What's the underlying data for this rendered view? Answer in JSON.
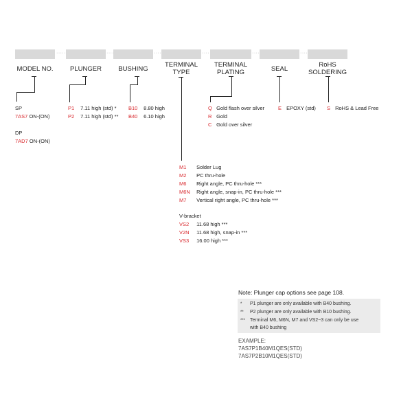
{
  "headers": {
    "model": "MODEL NO.",
    "plunger": "PLUNGER",
    "bushing": "BUSHING",
    "terminal_type": [
      "TERMINAL",
      "TYPE"
    ],
    "terminal_plating": [
      "TERMINAL",
      "PLATING"
    ],
    "seal": "SEAL",
    "rohs": [
      "RoHS",
      "SOLDERING"
    ]
  },
  "separator": "·······",
  "model": [
    {
      "group": "SP",
      "code": "7AS7",
      "text": "ON-(ON)"
    },
    {
      "group": "DP",
      "code": "7AD7",
      "text": "ON-(ON)"
    }
  ],
  "plunger": [
    {
      "code": "P1",
      "text": "7.11 high (std) *"
    },
    {
      "code": "P2",
      "text": "7.11 high (std) **"
    }
  ],
  "bushing": [
    {
      "code": "B10",
      "text": "8.80 high"
    },
    {
      "code": "B40",
      "text": "6.10 high"
    }
  ],
  "plating": [
    {
      "code": "Q",
      "text": "Gold flash over silver"
    },
    {
      "code": "R",
      "text": "Gold"
    },
    {
      "code": "C",
      "text": "Gold over silver"
    }
  ],
  "seal": [
    {
      "code": "E",
      "text": "EPOXY (std)"
    }
  ],
  "rohs": [
    {
      "code": "S",
      "text": "RoHS & Lead Free"
    }
  ],
  "terminal": [
    {
      "code": "M1",
      "text": "Solder Lug"
    },
    {
      "code": "M2",
      "text": "PC thru-hole"
    },
    {
      "code": "M6",
      "text": "Right angle, PC thru-hole ***"
    },
    {
      "code": "M6N",
      "text": "Right angle, snap-in, PC thru-hole ***"
    },
    {
      "code": "M7",
      "text": "Vertical right angle, PC thru-hole ***"
    }
  ],
  "vbracket_label": "V-bracket",
  "vbracket": [
    {
      "code": "VS2",
      "text": "11.68 high ***"
    },
    {
      "code": "V2N",
      "text": "11.68 high, snap-in ***"
    },
    {
      "code": "VS3",
      "text": "16.00 high ***"
    }
  ],
  "note": {
    "title": "Note: Plunger cap options see page 108.",
    "rows": [
      {
        "star": "*",
        "text": "P1 plunger are only available with B40 bushing."
      },
      {
        "star": "**",
        "text": "P2 plunger are only available with B10 bushing."
      },
      {
        "star": "***",
        "text": "Terminal M6, M6N, M7 and VS2~3 can only be use"
      },
      {
        "star": "",
        "text": "with B40 bushing"
      }
    ]
  },
  "example": {
    "label": "EXAMPLE:",
    "lines": [
      "7AS7P1B40M1QES(STD)",
      "7AS7P2B10M1QES(STD)"
    ]
  },
  "colors": {
    "code": "#d8262b",
    "box": "#d9d9d9",
    "note_bg": "#ebebeb"
  }
}
